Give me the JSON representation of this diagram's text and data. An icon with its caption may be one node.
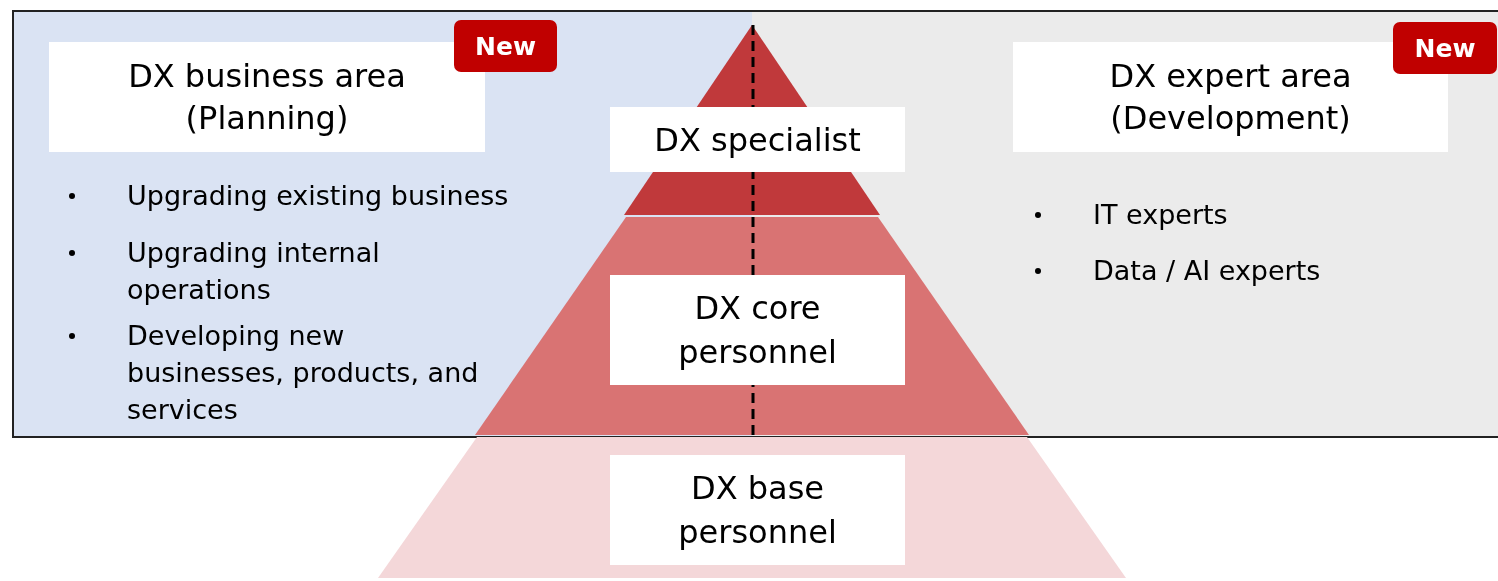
{
  "diagram": {
    "nodes": [
      {
        "text": [
          "DX business area (Planning)",
          "Upgrading existing business",
          "Upgrading internal operations",
          "Developing new businesses, products, and services"
        ]
      },
      {
        "text": [
          "New"
        ],
        "in": 0
      },
      {
        "text": [
          "DX expert area (Development)",
          "IT experts",
          "Data / AI experts"
        ]
      },
      {
        "text": [
          "New"
        ],
        "in": 2
      },
      {
        "text": [
          "DX specialist"
        ]
      },
      {
        "text": [
          "DX core personnel"
        ]
      },
      {
        "text": [
          "DX base personnel"
        ]
      }
    ],
    "edges": []
  }
}
